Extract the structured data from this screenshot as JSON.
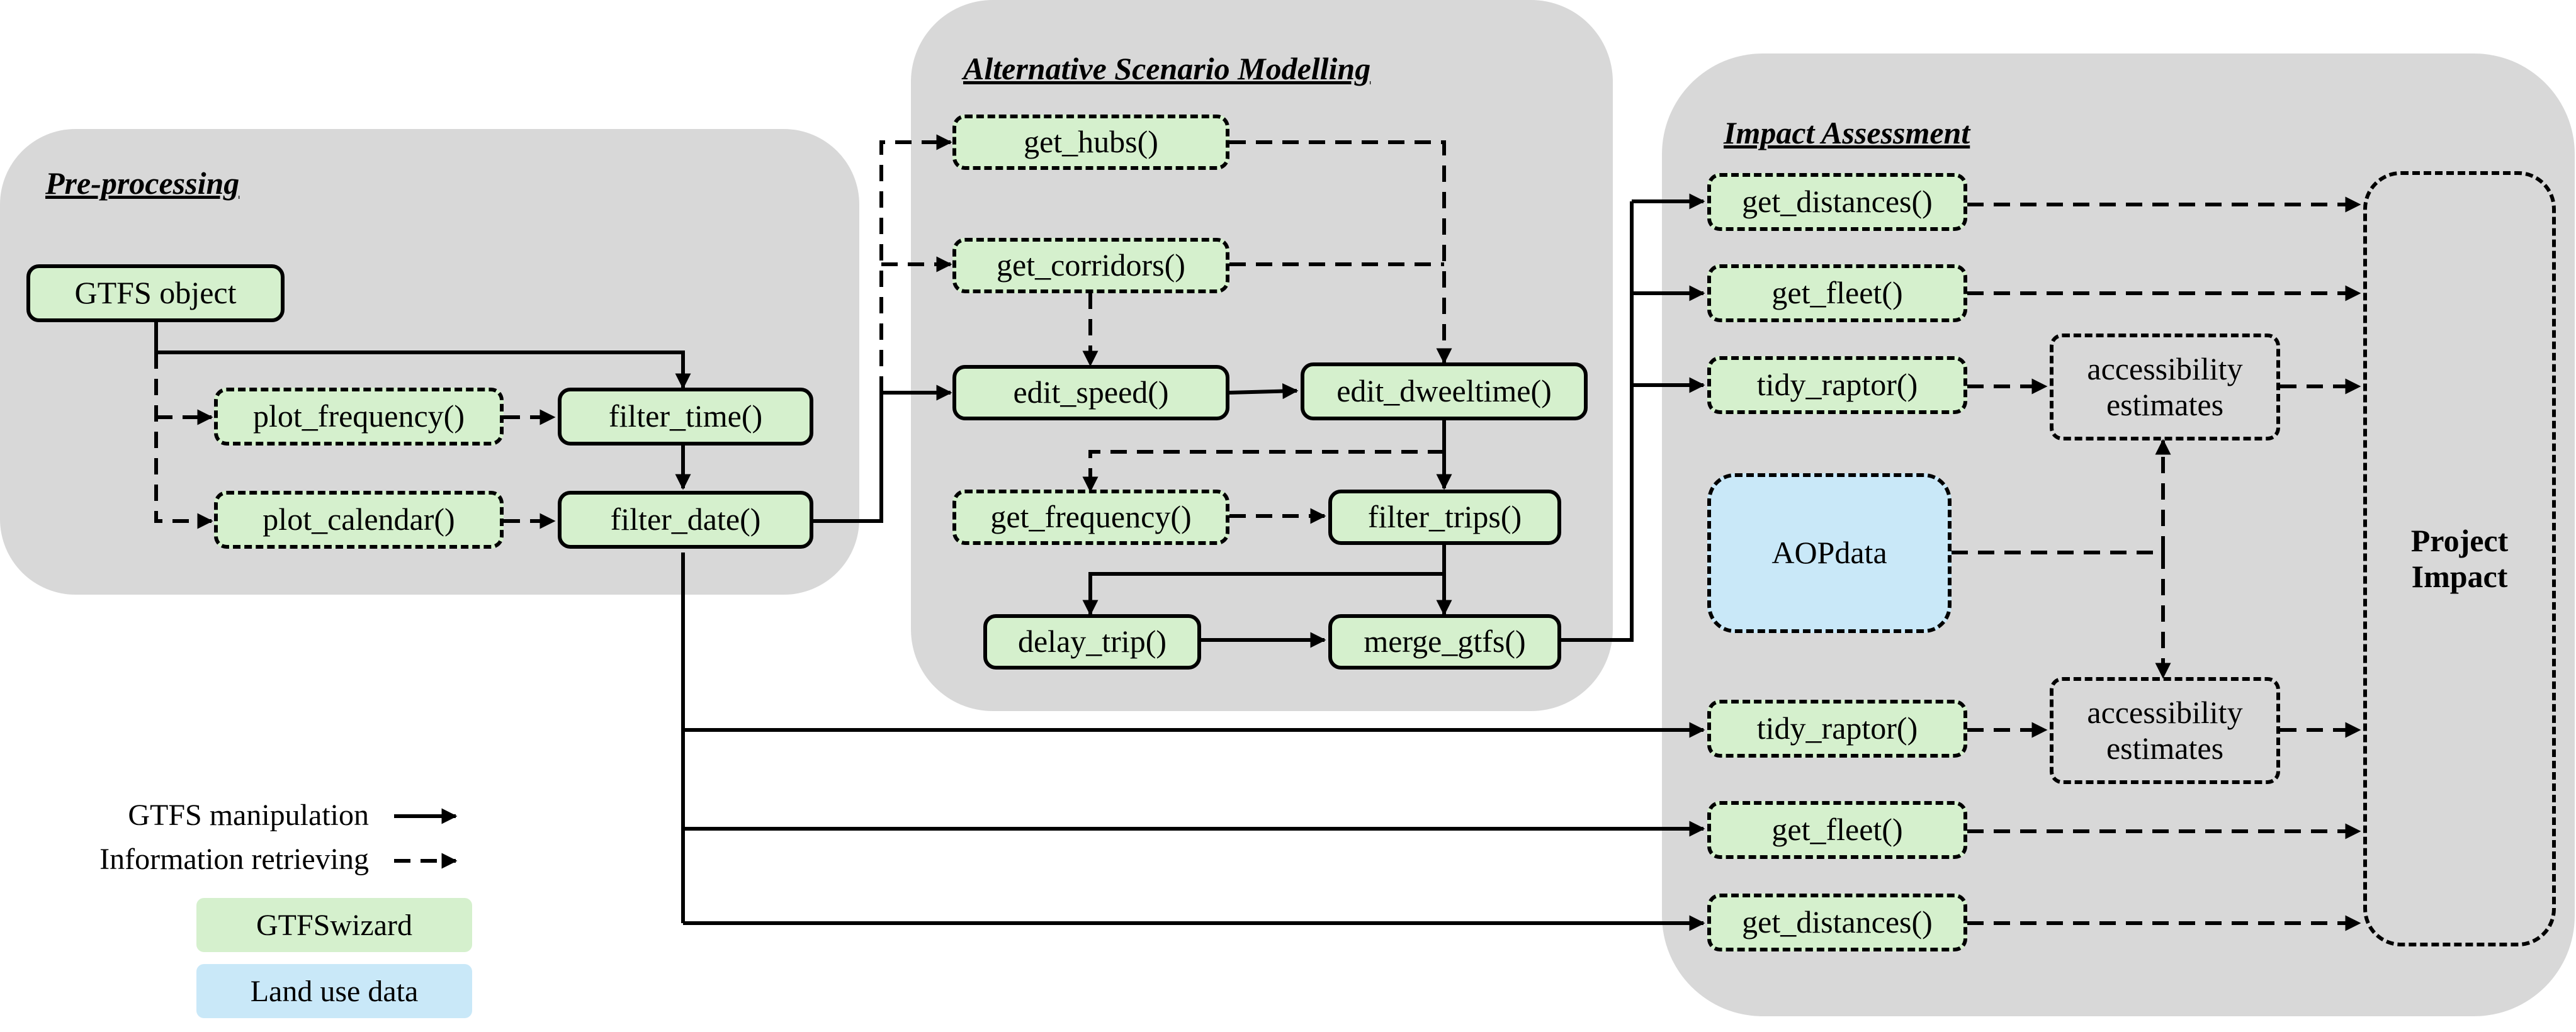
{
  "colors": {
    "group_bg": "#d8d8d8",
    "gtfswizard": "#d5f0cd",
    "land_use": "#c9e8f8",
    "line": "#000000"
  },
  "groups": {
    "preprocessing": "Pre-processing",
    "scenario": "Alternative Scenario Modelling",
    "impact": "Impact Assessment"
  },
  "nodes": {
    "gtfs_object": "GTFS object",
    "plot_frequency": "plot_frequency()",
    "plot_calendar": "plot_calendar()",
    "filter_time": "filter_time()",
    "filter_date": "filter_date()",
    "get_hubs": "get_hubs()",
    "get_corridors": "get_corridors()",
    "edit_speed": "edit_speed()",
    "edit_dweeltime": "edit_dweeltime()",
    "get_frequency": "get_frequency()",
    "filter_trips": "filter_trips()",
    "delay_trip": "delay_trip()",
    "merge_gtfs": "merge_gtfs()",
    "get_distances_top": "get_distances()",
    "get_fleet_top": "get_fleet()",
    "tidy_raptor_top": "tidy_raptor()",
    "accessibility_top": "accessibility estimates",
    "aopdata": "AOPdata",
    "tidy_raptor_bottom": "tidy_raptor()",
    "accessibility_bottom": "accessibility estimates",
    "get_fleet_bottom": "get_fleet()",
    "get_distances_bottom": "get_distances()",
    "project_impact": "Project Impact"
  },
  "legend": {
    "solid": "GTFS manipulation",
    "dashed": "Information retrieving",
    "gtfswizard": "GTFSwizard",
    "land_use": "Land use data"
  }
}
